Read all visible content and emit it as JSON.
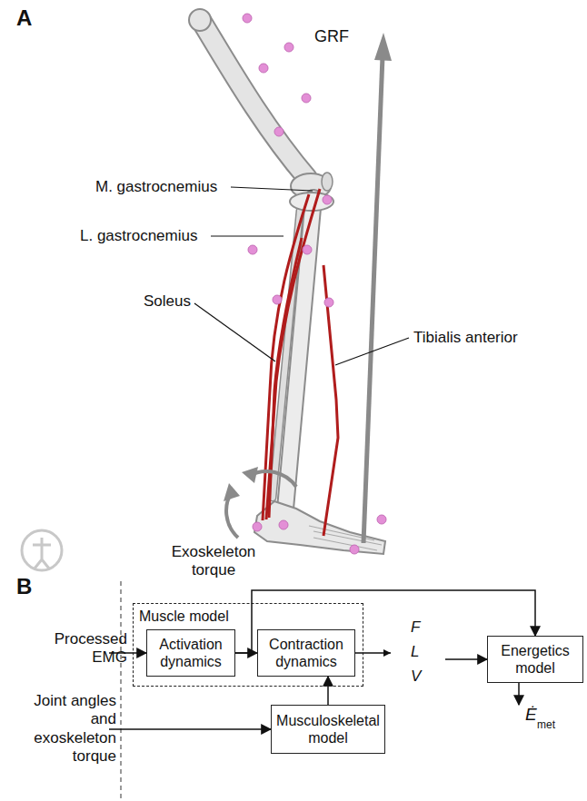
{
  "diagram": {
    "nodes": [
      {
        "text": [
          "Muscle model"
        ]
      },
      {
        "text": [
          "Activation dynamics"
        ],
        "in": 0
      },
      {
        "text": [
          "Contraction dynamics"
        ],
        "in": 0
      },
      {
        "text": [
          "Energetics model"
        ]
      },
      {
        "text": [
          "Musculoskeletal model"
        ]
      }
    ],
    "edges": [
      {
        "from": 1,
        "to": 2,
        "arrow": "to"
      },
      {
        "from": 1,
        "to": 3,
        "arrow": "to"
      },
      {
        "from": 2,
        "to": 3,
        "arrow": "to"
      },
      {
        "from": 4,
        "to": 2,
        "arrow": "to"
      }
    ],
    "labels": [
      "A",
      "GRF",
      "M. gastrocnemius",
      "L. gastrocnemius",
      "Soleus",
      "Tibialis anterior",
      "Exoskeleton torque",
      "B",
      "Processed EMG",
      "Joint angles and exoskeleton torque",
      "F",
      "L",
      "V",
      "Ė",
      "met"
    ]
  }
}
